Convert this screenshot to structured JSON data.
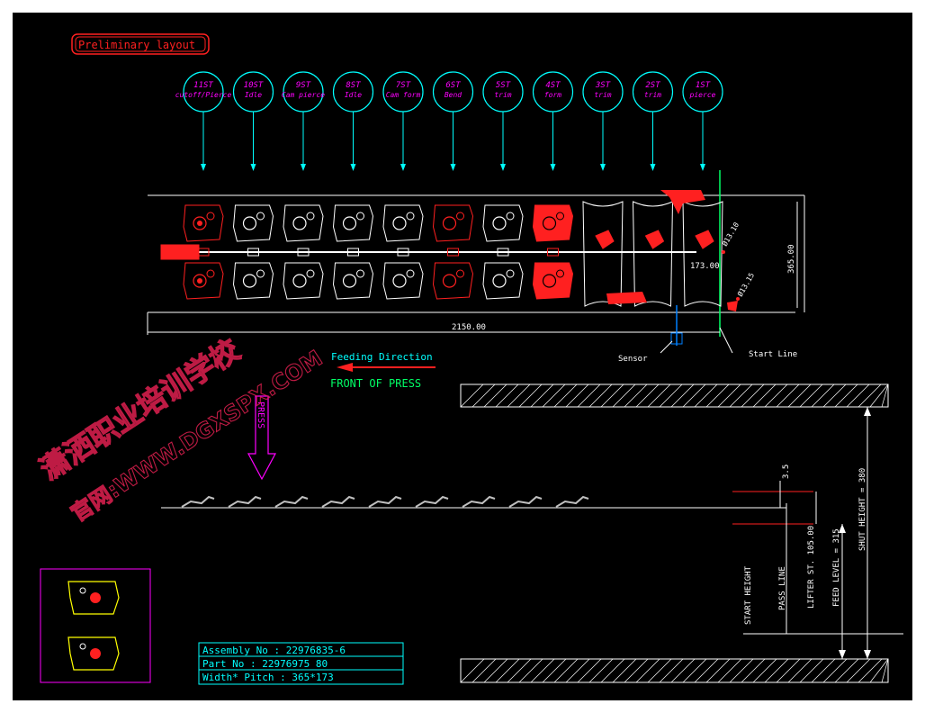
{
  "layout_title": "Preliminary layout",
  "stations": [
    {
      "num": "11ST",
      "op": "cutoff/Pierce"
    },
    {
      "num": "10ST",
      "op": "Idle"
    },
    {
      "num": "9ST",
      "op": "Cam pierce"
    },
    {
      "num": "8ST",
      "op": "Idle"
    },
    {
      "num": "7ST",
      "op": "Cam form"
    },
    {
      "num": "6ST",
      "op": "Bend"
    },
    {
      "num": "5ST",
      "op": "trim"
    },
    {
      "num": "4ST",
      "op": "form"
    },
    {
      "num": "3ST",
      "op": "trim"
    },
    {
      "num": "2ST",
      "op": "trim"
    },
    {
      "num": "1ST",
      "op": "pierce"
    }
  ],
  "dimensions": {
    "total_length": "2150.00",
    "strip_width": "365.00",
    "pitch": "173.00",
    "pilot_dia_1": "Ø13.10",
    "pilot_dia_2": "Ø13.15",
    "lift": "3.5",
    "lifter_stroke": "LIFTER ST. 105.00",
    "feed_level": "FEED LEVEL = 315",
    "shut_height": "SHUT HEIGHT = 380",
    "start_height": "START HEIGHT",
    "pass_line": "PASS LINE"
  },
  "labels": {
    "feeding_direction": "Feeding Direction",
    "front_of_press": "FRONT OF PRESS",
    "press": "PRESS",
    "sensor": "Sensor",
    "start_line": "Start Line"
  },
  "title_block": {
    "assembly": "Assembly No : 22976835-6",
    "part": "Part No : 22976975 80",
    "width_pitch": "Width* Pitch : 365*173"
  },
  "watermark": {
    "line1": "潇洒职业培训学校",
    "line2": "官网:WWW.DGXSPX.COM"
  },
  "colors": {
    "background": "#000000",
    "cyan": "#00ffff",
    "magenta": "#ff00ff",
    "red": "#ff2020",
    "white": "#ffffff",
    "yellow": "#ffff00",
    "green": "#00ff66",
    "watermark": "#e02050"
  }
}
